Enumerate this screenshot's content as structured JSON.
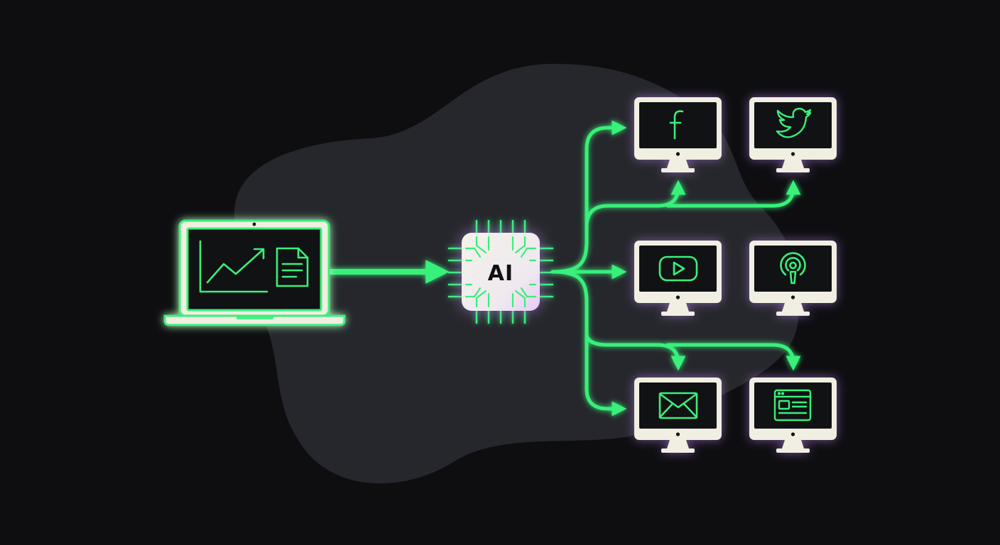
{
  "colors": {
    "background": "#0e0e11",
    "blob": "#26272c",
    "accent_green": "#39f07a",
    "glow_purple": "#c48cff",
    "device_frame": "#f1eee2",
    "screen": "#101214"
  },
  "source": {
    "device": "laptop-icon",
    "screen_icons": [
      "line-chart-icon",
      "document-icon"
    ]
  },
  "processor": {
    "label": "AI",
    "icon": "chip-icon"
  },
  "outputs": [
    {
      "name": "facebook",
      "icon": "facebook-icon"
    },
    {
      "name": "twitter",
      "icon": "twitter-icon"
    },
    {
      "name": "youtube",
      "icon": "youtube-icon"
    },
    {
      "name": "podcast",
      "icon": "podcast-icon"
    },
    {
      "name": "email",
      "icon": "email-icon"
    },
    {
      "name": "web",
      "icon": "browser-article-icon"
    }
  ]
}
